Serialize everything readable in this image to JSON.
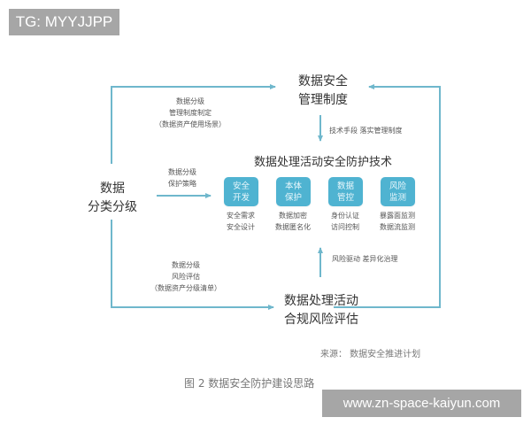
{
  "watermarks": {
    "top_label": "TG: MYYJJPP",
    "bottom_label": "www.zn-space-kaiyun.com"
  },
  "diagram": {
    "colors": {
      "line": "#6fb7cc",
      "box_fill": "#4fb3d1",
      "box_text": "#e8f7fc"
    },
    "nodes": {
      "management": {
        "line1": "数据安全",
        "line2": "管理制度"
      },
      "classification": {
        "line1": "数据",
        "line2": "分类分级"
      },
      "assessment": {
        "line1": "数据处理活动",
        "line2": "合规风险评估"
      },
      "tech_title": "数据处理活动安全防护技术"
    },
    "edge_labels": {
      "to_management": {
        "line1": "数据分级",
        "line2": "管理制度制定",
        "line3": "（数据资产使用场景）"
      },
      "to_tech": {
        "line1": "数据分级",
        "line2": "保护策略"
      },
      "to_assessment": {
        "line1": "数据分级",
        "line2": "风险评估",
        "line3": "（数据资产分级清单）"
      },
      "management_to_tech": "技术手段 落实管理制度",
      "assessment_to_tech": "风险驱动 差异化治理"
    },
    "tech_boxes": [
      {
        "line1": "安全",
        "line2": "开发",
        "sub1": "安全需求",
        "sub2": "安全设计"
      },
      {
        "line1": "本体",
        "line2": "保护",
        "sub1": "数据加密",
        "sub2": "数据匿名化"
      },
      {
        "line1": "数据",
        "line2": "管控",
        "sub1": "身份认证",
        "sub2": "访问控制"
      },
      {
        "line1": "风险",
        "line2": "监测",
        "sub1": "暴露面监测",
        "sub2": "数据流监测"
      }
    ],
    "source": "来源：  数据安全推进计划",
    "caption": "图 2  数据安全防护建设思路"
  }
}
